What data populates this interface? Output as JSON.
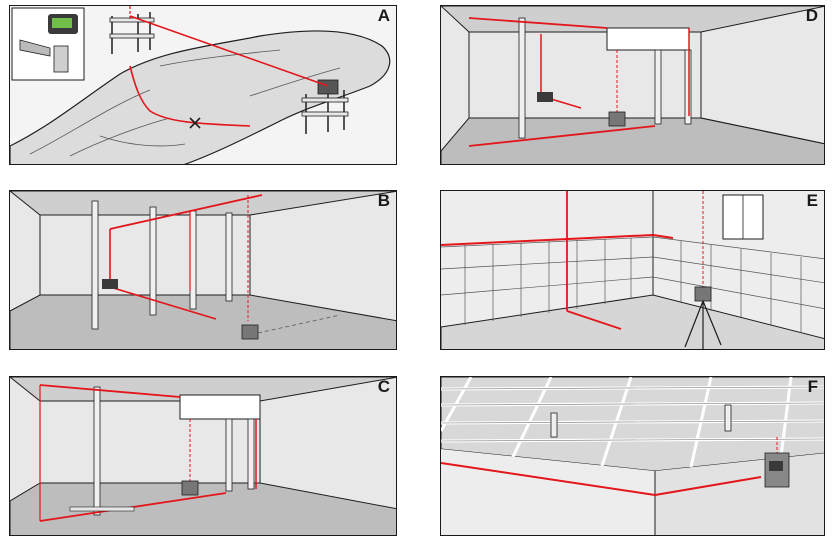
{
  "colors": {
    "laser": "#e3161b",
    "ink": "#1e1e1e",
    "floor": "#bdbdbd",
    "wall": "#e8e8e8",
    "ceiling": "#cfcfcf",
    "terrain": "#dedede"
  },
  "panels": [
    {
      "label": "A",
      "scene": "outdoor-terrain-with-batter-boards"
    },
    {
      "label": "D",
      "scene": "room-with-soffit-and-partition"
    },
    {
      "label": "B",
      "scene": "room-with-stud-partitions"
    },
    {
      "label": "E",
      "scene": "tiled-room-with-tripod"
    },
    {
      "label": "C",
      "scene": "room-with-ceiling-beam"
    },
    {
      "label": "F",
      "scene": "suspended-ceiling-grid"
    }
  ]
}
